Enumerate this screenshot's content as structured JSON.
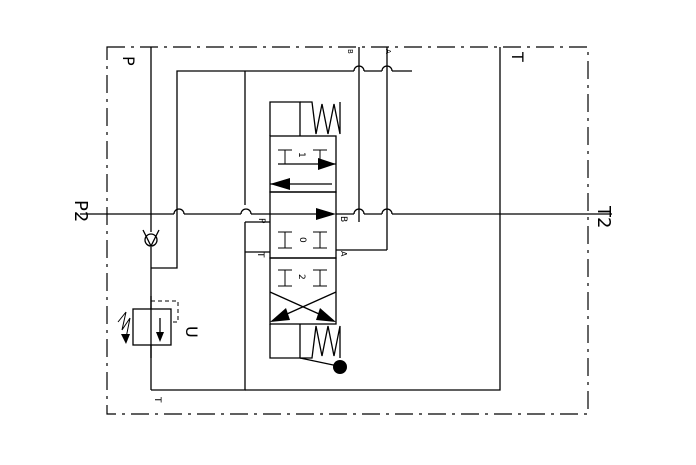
{
  "labels": {
    "port_p_top": "P",
    "port_t_top": "T",
    "port_p2": "P2",
    "port_t2": "T2",
    "port_b_top": "B",
    "port_a_top": "A",
    "valve_p": "P",
    "valve_t": "T",
    "valve_b": "B",
    "valve_a": "A",
    "pos_1": "1",
    "pos_0": "0",
    "pos_2": "2",
    "relief_u": "U",
    "drain_t": "T"
  }
}
